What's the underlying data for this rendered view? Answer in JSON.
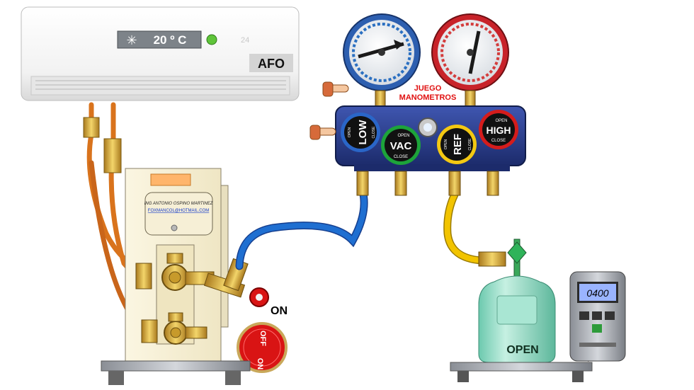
{
  "ac_unit": {
    "display_temp": "20 º C",
    "display_icon": "snowflake-icon",
    "label": "AFO",
    "power_led_color": "#5fc43a"
  },
  "manifold": {
    "caption_line1": "JUEGO",
    "caption_line2": "MANOMETROS",
    "caption_color": "#e01010",
    "knobs": [
      {
        "name": "LOW",
        "open": "OPEN",
        "close": "CLOSE",
        "ring_color": "#2a66c8"
      },
      {
        "name": "VAC",
        "open": "OPEN",
        "close": "CLOSE",
        "ring_color": "#1da33a"
      },
      {
        "name": "REF",
        "open": "OPEN",
        "close": "CLOSE",
        "ring_color": "#f3c812"
      },
      {
        "name": "HIGH",
        "open": "OPEN",
        "close": "CLOSE",
        "ring_color": "#d41c1c"
      }
    ],
    "low_gauge_rim": "#2d5fb0",
    "high_gauge_rim": "#c8232a",
    "body_color": "#2a3f8f"
  },
  "condenser": {
    "author": "ING ANTONIO OSPINO MARTINEZ",
    "email": "FOXMANCOL@HOTMAIL.COM"
  },
  "valve_labels": {
    "on": "ON",
    "switch_top": "OFF",
    "switch_bottom": "ON",
    "switch_color": "#d91414"
  },
  "cylinder": {
    "label": "OPEN",
    "body_color": "#8fdcc4"
  },
  "scale": {
    "reading": "0400",
    "display_color": "#9ab4ff"
  },
  "hoses": {
    "blue": "#1f6fd1",
    "yellow": "#f2c400",
    "copper": "#d9731c"
  }
}
